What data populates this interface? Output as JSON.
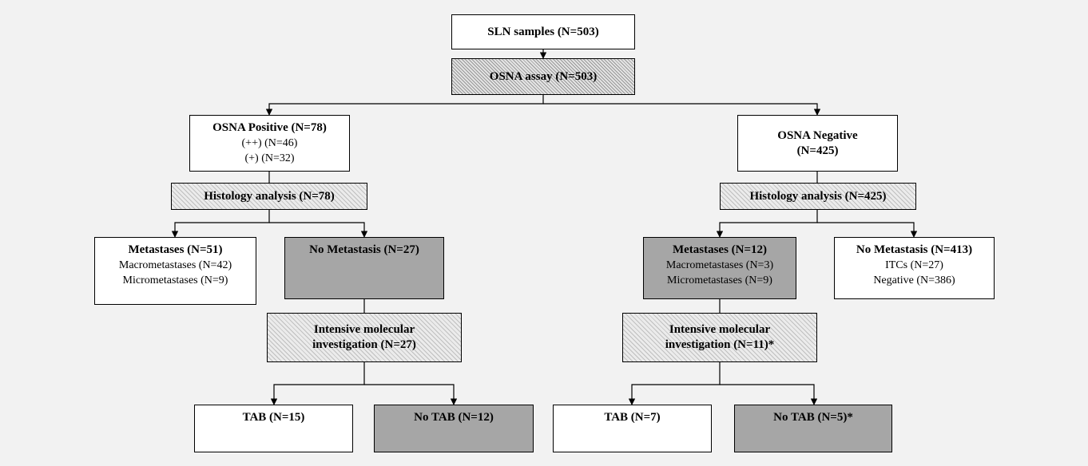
{
  "nodes": {
    "sln": {
      "title": "SLN samples (N=503)"
    },
    "osna": {
      "title": "OSNA assay (N=503)"
    },
    "osna_pos": {
      "title": "OSNA Positive (N=78)",
      "lines": [
        "(++) (N=46)",
        "(+) (N=32)"
      ]
    },
    "osna_neg": {
      "title": "OSNA Negative",
      "title2": "(N=425)"
    },
    "hist_pos": {
      "title": "Histology analysis (N=78)"
    },
    "hist_neg": {
      "title": "Histology analysis (N=425)"
    },
    "met_pos": {
      "title": "Metastases (N=51)",
      "lines": [
        "Macrometastases (N=42)",
        "Micrometastases (N=9)"
      ]
    },
    "nomet_pos": {
      "title": "No Metastasis (N=27)"
    },
    "met_neg": {
      "title": "Metastases (N=12)",
      "lines": [
        "Macrometastases (N=3)",
        "Micrometastases (N=9)"
      ]
    },
    "nomet_neg": {
      "title": "No Metastasis (N=413)",
      "lines": [
        "ITCs (N=27)",
        "Negative (N=386)"
      ]
    },
    "imi_pos": {
      "title": "Intensive molecular",
      "title2": "investigation (N=27)"
    },
    "imi_neg": {
      "title": "Intensive molecular",
      "title2": "investigation (N=11)*"
    },
    "tab_pos": {
      "title": "TAB (N=15)"
    },
    "notab_pos": {
      "title": "No TAB (N=12)"
    },
    "tab_neg": {
      "title": "TAB (N=7)"
    },
    "notab_neg": {
      "title": "No TAB (N=5)*"
    }
  },
  "colors": {
    "background": "#f2f2f2",
    "box": "#ffffff",
    "gray_box": "#a6a6a6",
    "line": "#000000"
  }
}
